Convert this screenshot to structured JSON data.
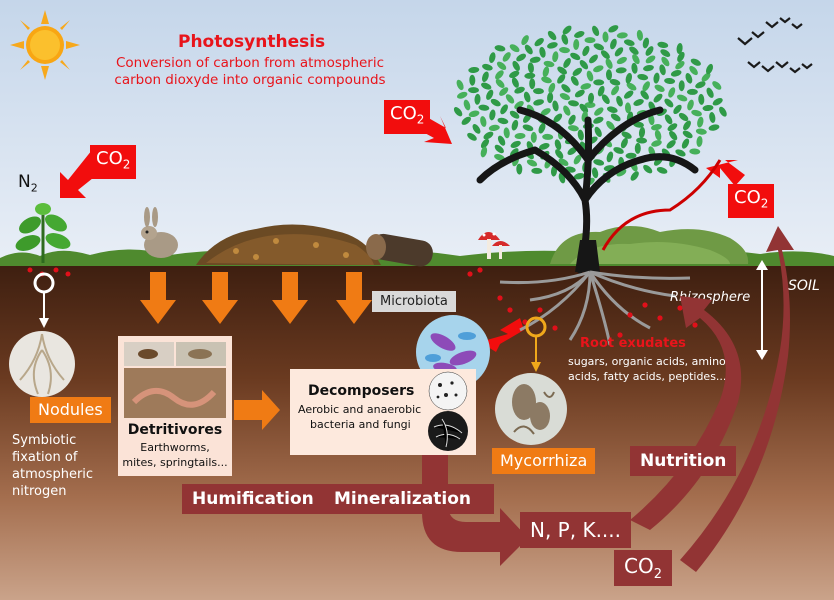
{
  "photosynthesis": {
    "title": "Photosynthesis",
    "subtitle_line1": "Conversion of carbon from atmospheric",
    "subtitle_line2": "carbon dioxyde into organic compounds"
  },
  "co2_label": "CO",
  "co2_sub": "2",
  "n2_label": "N",
  "n2_sub": "2",
  "soil_label": "SOIL",
  "rhizosphere_label": "Rhizosphere",
  "microbiota_label": "Microbiota",
  "root_exudates": {
    "title": "Root exudates",
    "line1": "sugars, organic acids, amino",
    "line2": "acids, fatty acids, peptides..."
  },
  "nodules_label": "Nodules",
  "symbiotic": {
    "line1": "Symbiotic",
    "line2": "fixation of",
    "line3": "atmospheric",
    "line4": "nitrogen"
  },
  "detritivores": {
    "title": "Detritivores",
    "line1": "Earthworms,",
    "line2": "mites, springtails..."
  },
  "decomposers": {
    "title": "Decomposers",
    "line1": "Aerobic and anaerobic",
    "line2": "bacteria and fungi"
  },
  "mycorrhiza_label": "Mycorrhiza",
  "nutrition_label": "Nutrition",
  "humification_label": "Humification",
  "mineralization_label": "Mineralization",
  "npk_label": "N, P, K....",
  "colors": {
    "sky_top": "#c9d8ea",
    "soil_dark": "#3a1e10",
    "red": "#f20d0d",
    "orange": "#f07b14",
    "maroon": "#923434"
  }
}
